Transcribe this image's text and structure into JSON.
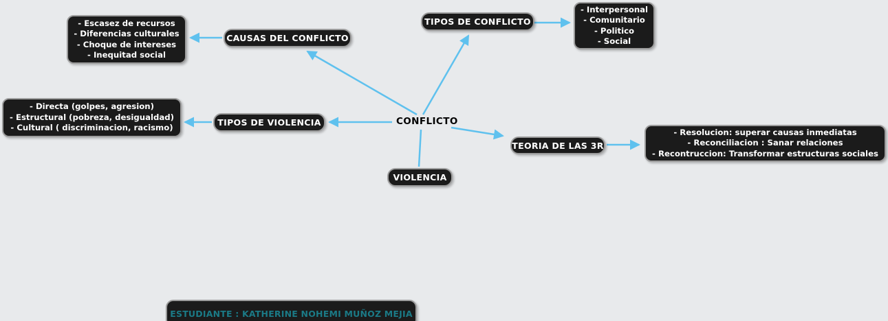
{
  "colors": {
    "background": "#e8eaec",
    "node_background": "#1b1b1b",
    "node_border": "#9c9c9c",
    "node_text": "#ffffff",
    "arrow": "#5fc1ee",
    "center_text": "#000000",
    "student_text": "#1b7a86"
  },
  "diagram": {
    "center": {
      "label": "CONFLICTO"
    },
    "causes": {
      "title": "CAUSAS DEL CONFLICTO",
      "items": [
        "- Escasez de recursos",
        "- Diferencias culturales",
        "- Choque de intereses",
        "- Inequitad social"
      ]
    },
    "conflict_types": {
      "title": "TIPOS DE CONFLICTO",
      "items": [
        "- Interpersonal",
        "- Comunitario",
        "- Politico",
        "- Social"
      ]
    },
    "violence_types": {
      "title": "TIPOS DE VIOLENCIA",
      "items": [
        "- Directa (golpes, agresion)",
        "- Estructural (pobreza, desigualdad)",
        "- Cultural ( discriminacion, racismo)"
      ]
    },
    "theory_3r": {
      "title": "TEORIA DE LAS 3R",
      "items": [
        "- Resolucion: superar causas inmediatas",
        "- Reconciliacion : Sanar relaciones",
        "- Recontruccion: Transformar estructuras sociales"
      ]
    },
    "violence": {
      "label": "VIOLENCIA"
    },
    "student": {
      "label": "ESTUDIANTE : KATHERINE NOHEMI MUÑOZ MEJIA"
    }
  }
}
